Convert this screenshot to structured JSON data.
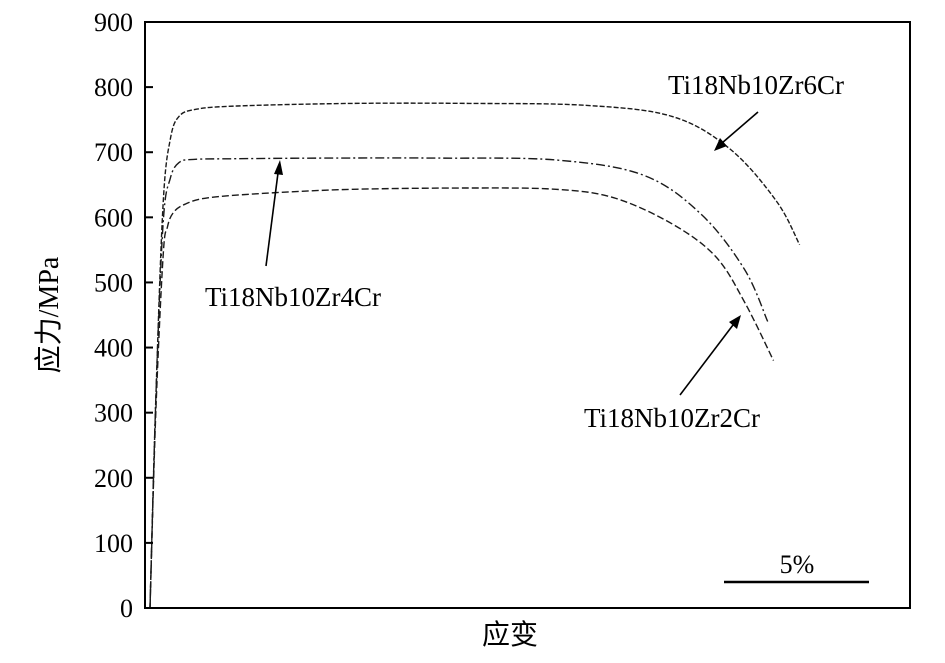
{
  "chart_data": {
    "type": "line",
    "title": "",
    "xlabel": "应变",
    "ylabel": "应力/MPa",
    "ylim": [
      0,
      900
    ],
    "yticks": [
      "0",
      "100",
      "200",
      "300",
      "400",
      "500",
      "600",
      "700",
      "800",
      "900"
    ],
    "x_units": "strain (unlabeled axis; scale bar = 5%)",
    "xlim": [
      0,
      25
    ],
    "grid": false,
    "legend": "none; series named by callout labels with arrows",
    "scale_bar_label": "5%",
    "scale_bar_value": 5,
    "series": [
      {
        "name": "Ti18Nb10Zr2Cr",
        "x": [
          0,
          0.2,
          0.45,
          0.6,
          0.8,
          1.2,
          2,
          4,
          7,
          11,
          14,
          16,
          18,
          19.5,
          20.5,
          21.5
        ],
        "y": [
          0,
          300,
          540,
          585,
          607,
          620,
          630,
          637,
          643,
          645,
          643,
          630,
          590,
          540,
          470,
          380
        ]
      },
      {
        "name": "Ti18Nb10Zr4Cr",
        "x": [
          0,
          0.2,
          0.45,
          0.7,
          1.0,
          1.5,
          3,
          6,
          10,
          14,
          17,
          19,
          20.5,
          21.3
        ],
        "y": [
          0,
          320,
          590,
          660,
          684,
          689,
          690,
          691,
          691,
          688,
          665,
          605,
          520,
          440
        ]
      },
      {
        "name": "Ti18Nb10Zr6Cr",
        "x": [
          0,
          0.2,
          0.45,
          0.7,
          1.0,
          1.6,
          3,
          7,
          11,
          15,
          18,
          20,
          21.6,
          22.4
        ],
        "y": [
          0,
          320,
          620,
          720,
          755,
          766,
          771,
          775,
          775,
          772,
          755,
          705,
          625,
          558
        ]
      }
    ]
  }
}
